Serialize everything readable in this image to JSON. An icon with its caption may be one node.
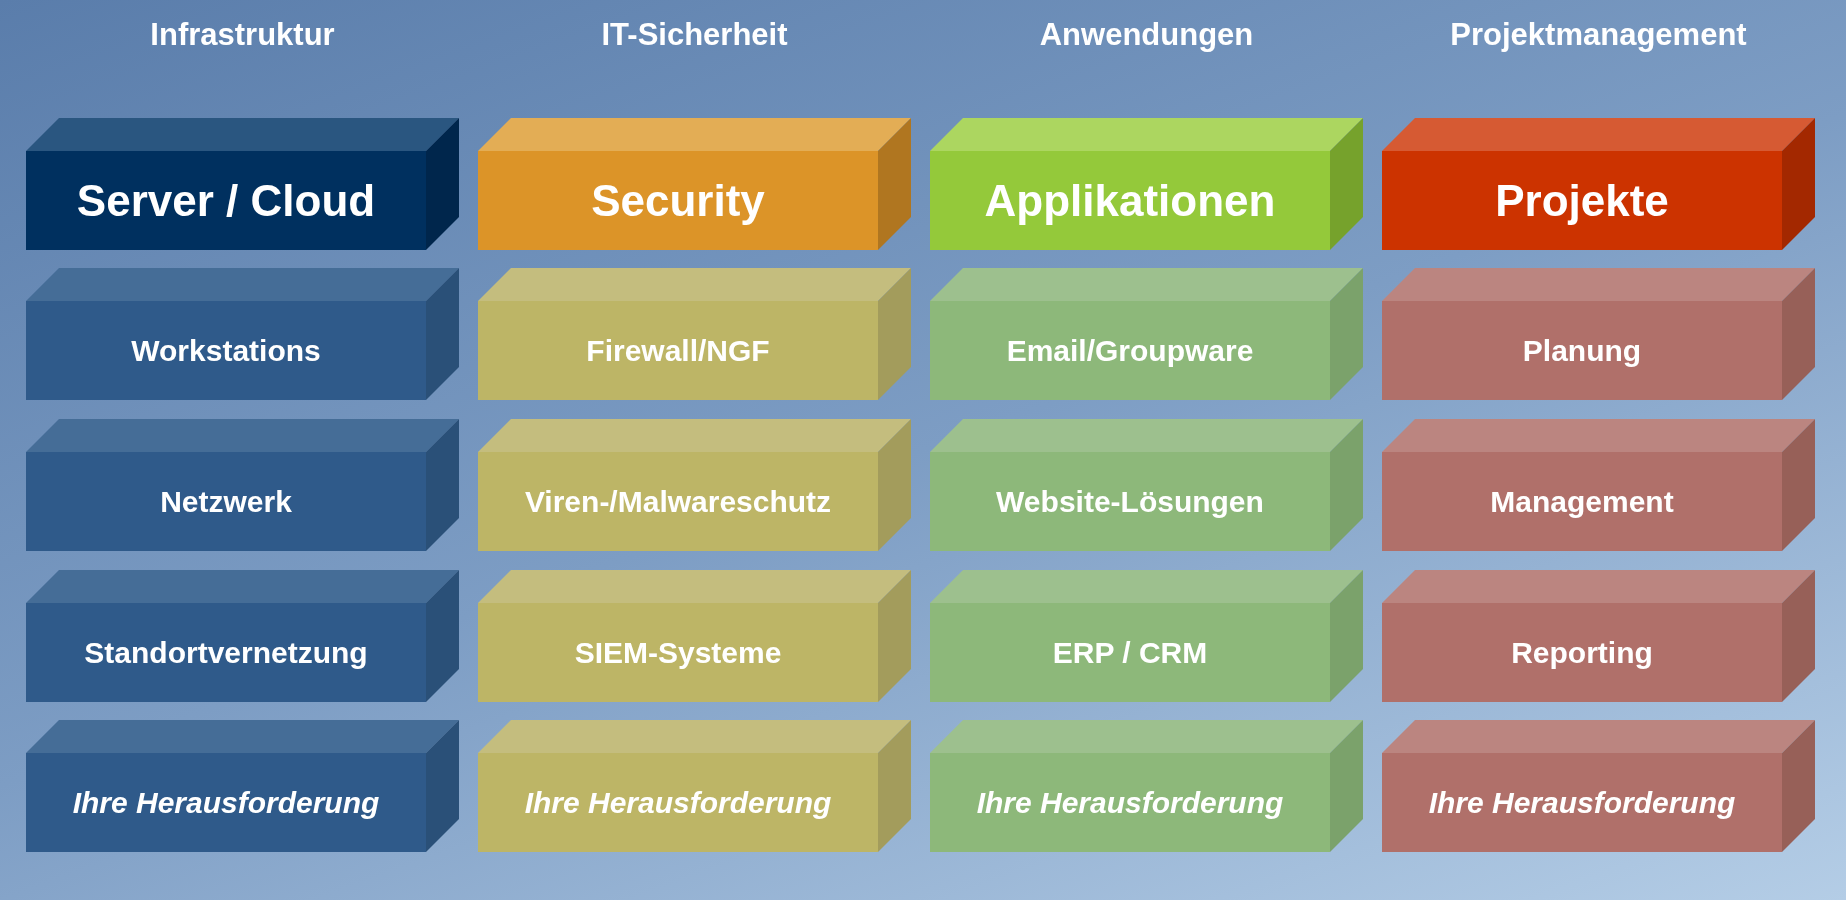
{
  "diagram": {
    "nodes": [
      {
        "text": [
          "Server / Cloud"
        ]
      },
      {
        "text": [
          "Workstations"
        ]
      },
      {
        "text": [
          "Netzwerk"
        ]
      },
      {
        "text": [
          "Standortvernetzung"
        ]
      },
      {
        "text": [
          "Ihre Herausforderung"
        ]
      },
      {
        "text": [
          "Security"
        ]
      },
      {
        "text": [
          "Firewall/NGF"
        ]
      },
      {
        "text": [
          "Viren-/Malwareschutz"
        ]
      },
      {
        "text": [
          "SIEM-Systeme"
        ]
      },
      {
        "text": [
          "Ihre Herausforderung"
        ]
      },
      {
        "text": [
          "Applikationen"
        ]
      },
      {
        "text": [
          "Email/Groupware"
        ]
      },
      {
        "text": [
          "Website-Lösungen"
        ]
      },
      {
        "text": [
          "ERP / CRM"
        ]
      },
      {
        "text": [
          "Ihre Herausforderung"
        ]
      },
      {
        "text": [
          "Projekte"
        ]
      },
      {
        "text": [
          "Planung"
        ]
      },
      {
        "text": [
          "Management"
        ]
      },
      {
        "text": [
          "Reporting"
        ]
      },
      {
        "text": [
          "Ihre Herausforderung"
        ]
      }
    ],
    "edges": [],
    "labels": [
      "Infrastruktur",
      "IT-Sicherheit",
      "Anwendungen",
      "Projektmanagement"
    ]
  }
}
